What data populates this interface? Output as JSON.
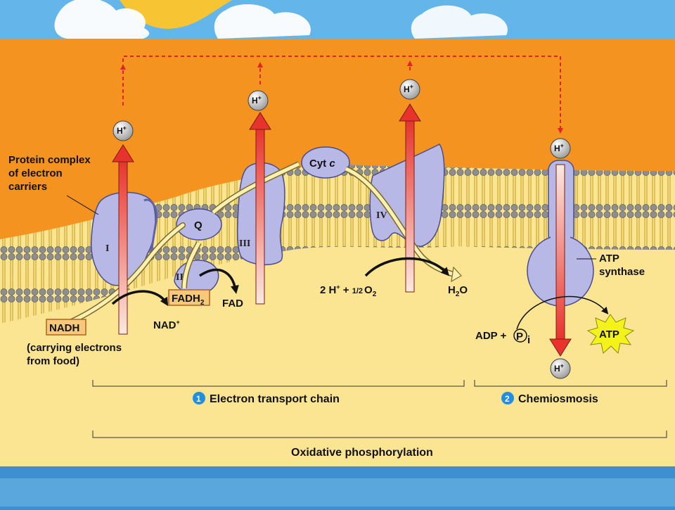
{
  "colors": {
    "intermembrane": "#f4931f",
    "matrix": "#fbe593",
    "complex_fill": "#b7b8e5",
    "complex_edge": "#4a4c8e",
    "frame_blue": "#3d8fd0",
    "arrow_red": "#e8322c",
    "dashed_red": "#e02525",
    "electron_path": "#fdf0b0",
    "atp_star": "#f3f21a"
  },
  "complexes": {
    "complex_1": "I",
    "complex_2": "II",
    "complex_3": "III",
    "complex_4": "IV",
    "q": "Q",
    "cyt_c_main": "Cyt",
    "cyt_c_italic": "c"
  },
  "ions": {
    "h": "H",
    "plus": "+"
  },
  "labels": {
    "protein_complex": [
      "Protein complex",
      "of electron",
      "carriers"
    ],
    "nadh": "NADH",
    "carrying": [
      "(carrying electrons",
      "from food)"
    ],
    "nad": "NAD",
    "nad_sup": "+",
    "fadh_main": "FADH",
    "fadh_sub": "2",
    "fad": "FAD",
    "water_eq_a": "2 H",
    "water_eq_b": " + ",
    "half": "1/2",
    "o": "O",
    "o_sub": "2",
    "h2o_h": "H",
    "h2o_sub": "2",
    "h2o_o": "O",
    "atp_synthase": [
      "ATP",
      "synthase"
    ],
    "adp": "ADP + ",
    "pi_letter": "P",
    "pi_sub": "i",
    "atp": "ATP"
  },
  "sections": {
    "etc_number": "1",
    "etc_label": "Electron transport chain",
    "chemi_number": "2",
    "chemi_label": "Chemiosmosis",
    "oxphos_label": "Oxidative phosphorylation"
  }
}
